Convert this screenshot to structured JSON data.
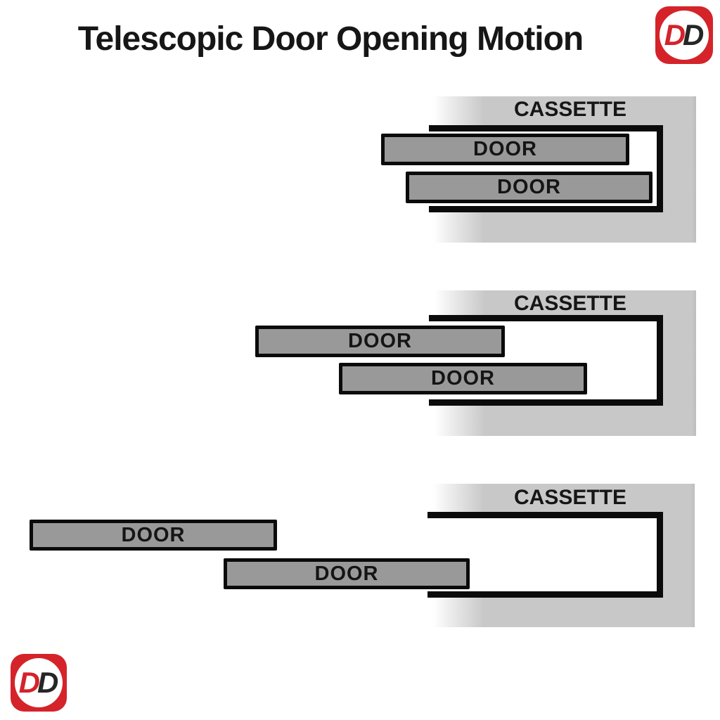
{
  "title": "Telescopic Door Opening Motion",
  "logo": {
    "first": "D",
    "second": "D"
  },
  "colors": {
    "bg_gray": "#c8c8c8",
    "door_fill": "#999999",
    "outline": "#0b0b0b",
    "text_dark": "#161616",
    "logo_red": "#d5232a",
    "logo_dark": "#262626"
  },
  "stages": [
    {
      "cassette_label": "CASSETTE",
      "doors": [
        {
          "label": "DOOR"
        },
        {
          "label": "DOOR"
        }
      ]
    },
    {
      "cassette_label": "CASSETTE",
      "doors": [
        {
          "label": "DOOR"
        },
        {
          "label": "DOOR"
        }
      ]
    },
    {
      "cassette_label": "CASSETTE",
      "doors": [
        {
          "label": "DOOR"
        },
        {
          "label": "DOOR"
        }
      ]
    }
  ]
}
